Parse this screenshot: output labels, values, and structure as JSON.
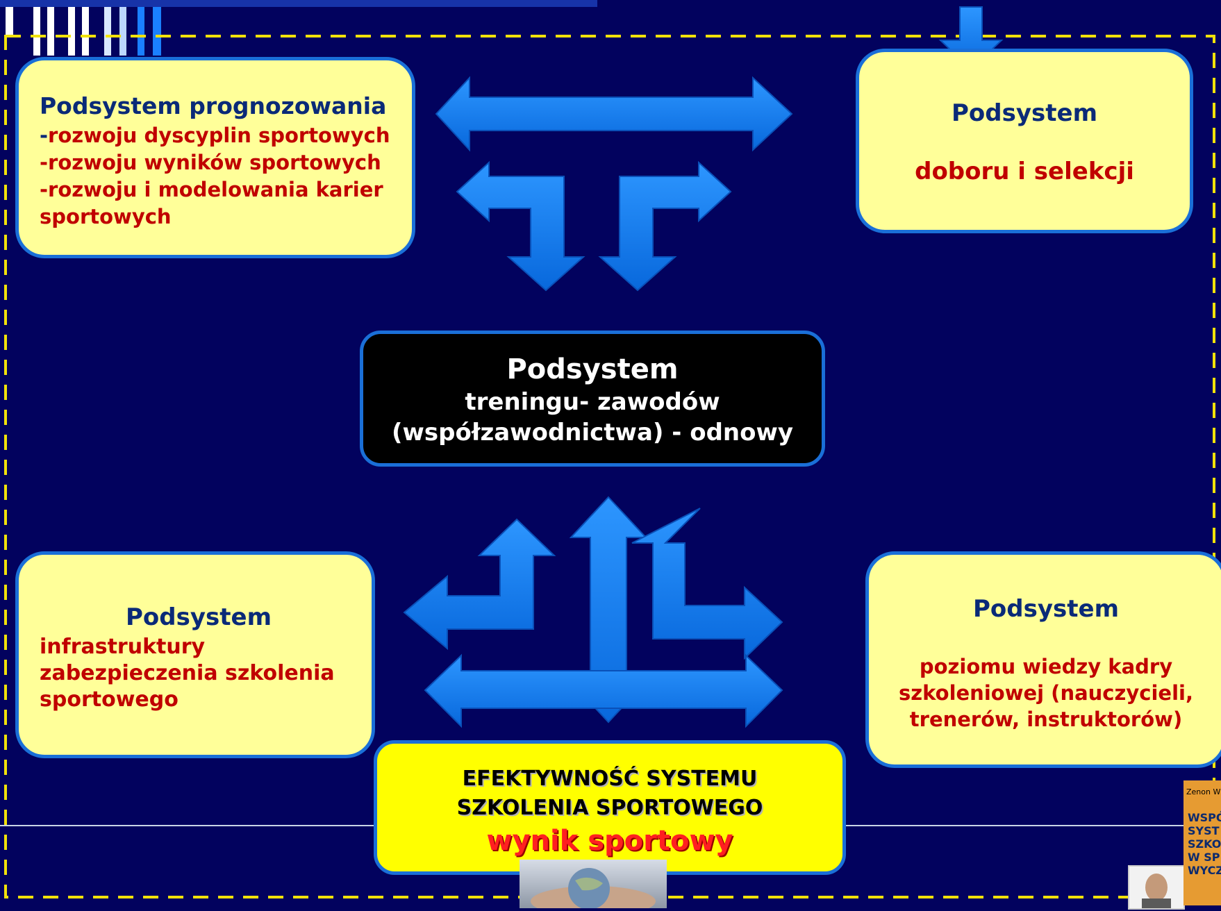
{
  "colors": {
    "background": "#02025e",
    "box_fill": "#ffff99",
    "box_border": "#1a6fd8",
    "arrow": "#0a7cf2",
    "title_text": "#0a2a78",
    "accent_text": "#c00000",
    "result_fill": "#ffff00",
    "dashed_frame": "#f2e20a"
  },
  "prognozowanie": {
    "title": "Podsystem prognozowania",
    "items": [
      "rozwoju dyscyplin sportowych",
      "rozwoju wyników sportowych",
      "rozwoju i modelowania karier sportowych"
    ]
  },
  "dobor": {
    "title": "Podsystem",
    "subtitle": "doboru i selekcji"
  },
  "trening": {
    "title": "Podsystem",
    "line1": "treningu- zawodów",
    "line2": "(współzawodnictwa) - odnowy"
  },
  "infrastruktura": {
    "title": "Podsystem",
    "line1": "infrastruktury",
    "line2": "zabezpieczenia szkolenia",
    "line3": "sportowego"
  },
  "wiedza": {
    "title": "Podsystem",
    "line1": "poziomu wiedzy kadry",
    "line2": "szkoleniowej (nauczycieli,",
    "line3": "trenerów, instruktorów)"
  },
  "efektywnosc": {
    "line1": "EFEKTYWNOŚĆ SYSTEMU",
    "line2": "SZKOLENIA SPORTOWEGO",
    "result": "wynik sportowy"
  },
  "book": {
    "author": "Zenon W",
    "title_lines": "WSPÓ\nSYST\nSZKO\nW SP\nWYCZ"
  },
  "icons": [
    "double-arrow-icon",
    "elbow-arrow-icon",
    "bidirectional-arrow-icon"
  ]
}
